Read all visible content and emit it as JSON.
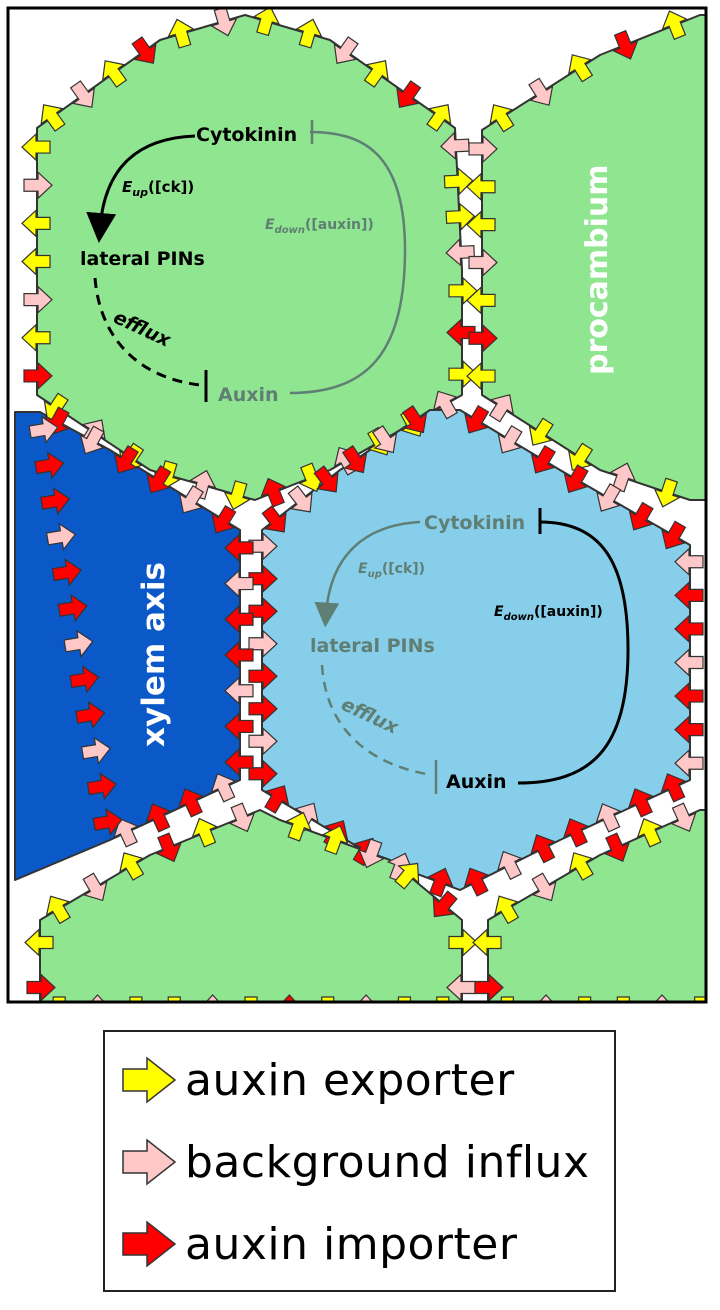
{
  "cells": {
    "top_left": {
      "cytokinin": "Cytokinin",
      "e_up_main": "E",
      "e_up_sub": "up",
      "e_up_arg": "([ck])",
      "e_down_main": "E",
      "e_down_sub": "down",
      "e_down_arg": "([auxin])",
      "lateral_pins": "lateral PINs",
      "efflux": "efflux",
      "auxin": "Auxin"
    },
    "center": {
      "cytokinin": "Cytokinin",
      "e_up_main": "E",
      "e_up_sub": "up",
      "e_up_arg": "([ck])",
      "e_down_main": "E",
      "e_down_sub": "down",
      "e_down_arg": "([auxin])",
      "lateral_pins": "lateral PINs",
      "efflux": "efflux",
      "auxin": "Auxin"
    },
    "procambium_label": "procambium",
    "xylem_label": "xylem axis"
  },
  "colors": {
    "procambium_fill": "#90e590",
    "xylem_fill": "#0b58c8",
    "center_fill": "#87ceeb",
    "exporter": "#ffff00",
    "influx": "#ffc8c8",
    "importer": "#ff0000",
    "active_text": "#000000",
    "faded_text": "#5f7f74"
  },
  "legend": {
    "exporter": "auxin exporter",
    "influx": "background influx",
    "importer": "auxin importer"
  }
}
